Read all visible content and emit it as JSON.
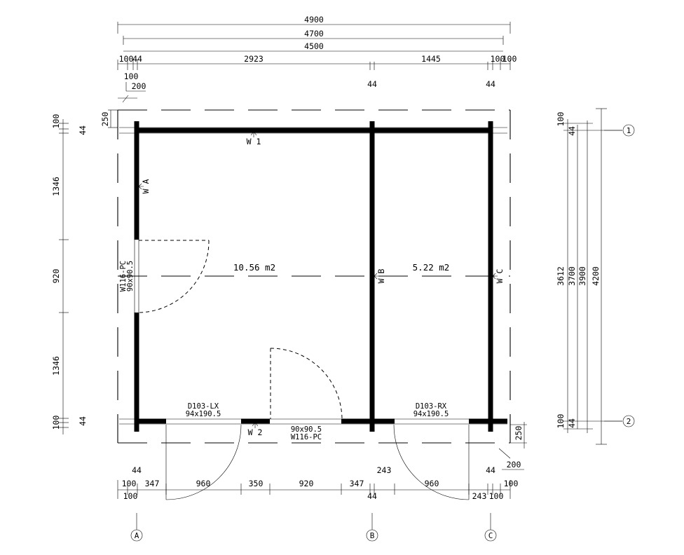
{
  "rooms": {
    "left_area": "10.56 m2",
    "right_area": "5.22 m2"
  },
  "walls": {
    "w1": "W 1",
    "w2": "W 2",
    "wa": "W A",
    "wb": "W B",
    "wc": "W C"
  },
  "windows": {
    "left_code": "W116-PC",
    "left_size": "90x90.5",
    "bottom_size": "90x90.5",
    "bottom_code": "W116-PC"
  },
  "doors": {
    "lx_code": "D103-LX",
    "lx_size": "94x190.5",
    "rx_code": "D103-RX",
    "rx_size": "94x190.5"
  },
  "grid": {
    "row1": "1",
    "row2": "2",
    "colA": "A",
    "colB": "B",
    "colC": "C"
  },
  "dims_top": {
    "overall_4900": "4900",
    "overall_4700": "4700",
    "overall_4500": "4500",
    "seg_100_left": "100",
    "seg_44_left": "44",
    "seg_2923": "2923",
    "seg_1445": "1445",
    "seg_100_r1": "100",
    "seg_100_r2": "100",
    "below_100": "100",
    "below_200": "200",
    "below_44_mid": "44",
    "below_44_right": "44"
  },
  "dims_left": {
    "v100_top": "100",
    "v44_top": "44",
    "v250": "250",
    "v1346_top": "1346",
    "v920": "920",
    "v1346_bot": "1346",
    "v100_bot": "100",
    "v44_bot": "44"
  },
  "dims_right": {
    "v100_top": "100",
    "v44_top": "44",
    "v3612": "3612",
    "v3700": "3700",
    "v3900": "3900",
    "v4200": "4200",
    "v100_bot": "100",
    "v44_bot": "44",
    "v250": "250",
    "h200": "200"
  },
  "dims_bottom": {
    "top_44_left": "44",
    "top_243": "243",
    "top_44_right": "44",
    "seg_100": "100",
    "seg_347_a": "347",
    "seg_960_a": "960",
    "seg_350": "350",
    "seg_920": "920",
    "seg_347_b": "347",
    "seg_960_b": "960",
    "seg_100_r": "100",
    "row2_100_left": "100",
    "row2_44_mid": "44",
    "row2_243": "243",
    "row2_100_right": "100"
  }
}
